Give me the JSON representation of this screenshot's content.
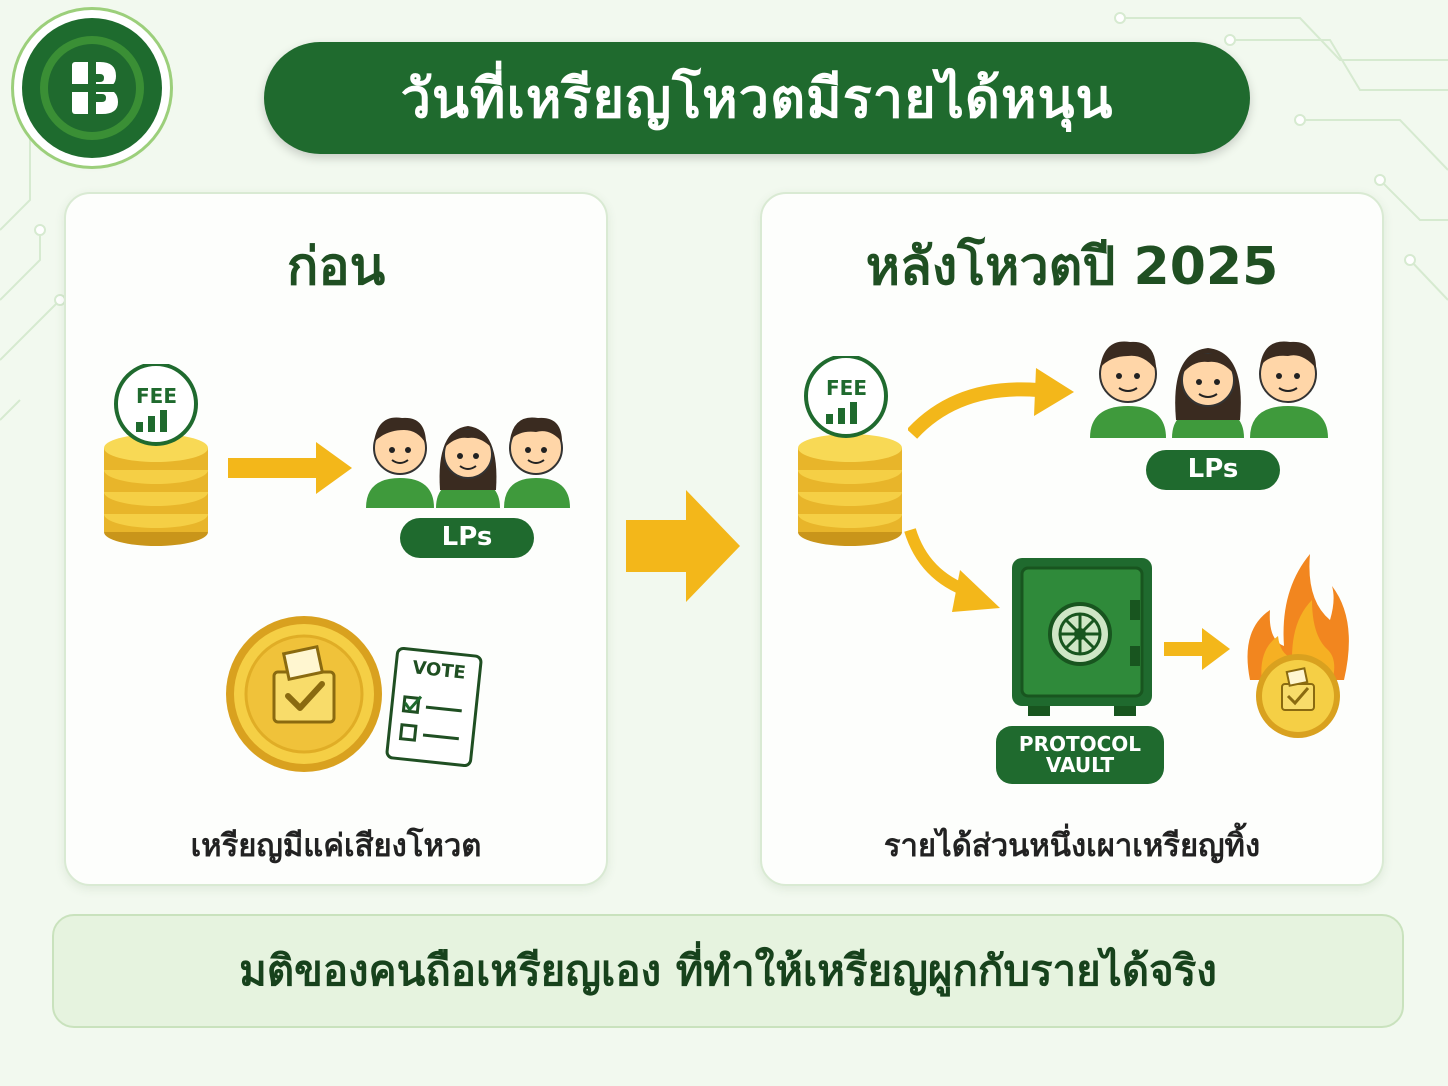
{
  "header": {
    "logo_icon": "baht-coin-logo-icon",
    "title": "วันที่เหรียญโหวตมีรายได้หนุน"
  },
  "panels": {
    "before": {
      "title": "ก่อน",
      "fee_label": "FEE",
      "lps_label": "LPs",
      "vote_label": "VOTE",
      "caption": "เหรียญมีแค่เสียงโหวต"
    },
    "after": {
      "title": "หลังโหวตปี 2025",
      "fee_label": "FEE",
      "lps_label": "LPs",
      "vault_label_line1": "PROTOCOL",
      "vault_label_line2": "VAULT",
      "caption": "รายได้ส่วนหนึ่งเผาเหรียญทิ้ง"
    }
  },
  "footer": {
    "text": "มติของคนถือเหรียญเอง ที่ทำให้เหรียญผูกกับรายได้จริง"
  },
  "colors": {
    "brand_green": "#1f6a2e",
    "person_green": "#3f9a3c",
    "coin_gold": "#f2c230",
    "arrow_yellow": "#f3b71a",
    "flame_orange": "#f2861f"
  }
}
